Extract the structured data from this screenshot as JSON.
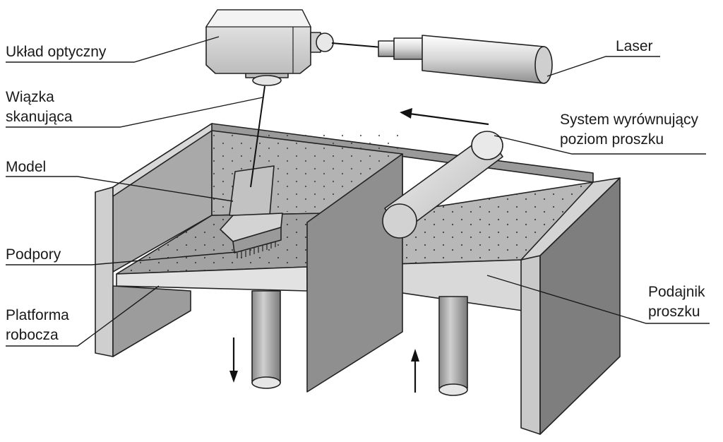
{
  "labels": {
    "optics": "Układ optyczny",
    "laser": "Laser",
    "beam_line1": "Wiązka",
    "beam_line2": "skanująca",
    "leveler_line1": "System wyrównujący",
    "leveler_line2": "poziom proszku",
    "model": "Model",
    "supports": "Podpory",
    "platform_line1": "Platforma",
    "platform_line2": "robocza",
    "feeder_line1": "Podajnik",
    "feeder_line2": "proszku"
  },
  "colors": {
    "frame": "#c9c9c9",
    "frame_dark": "#8c8c8c",
    "chamber": "#a4a4a4",
    "powder": "#b4b4b4",
    "roller": "#dcdcdc",
    "line": "#1a1a1a"
  }
}
